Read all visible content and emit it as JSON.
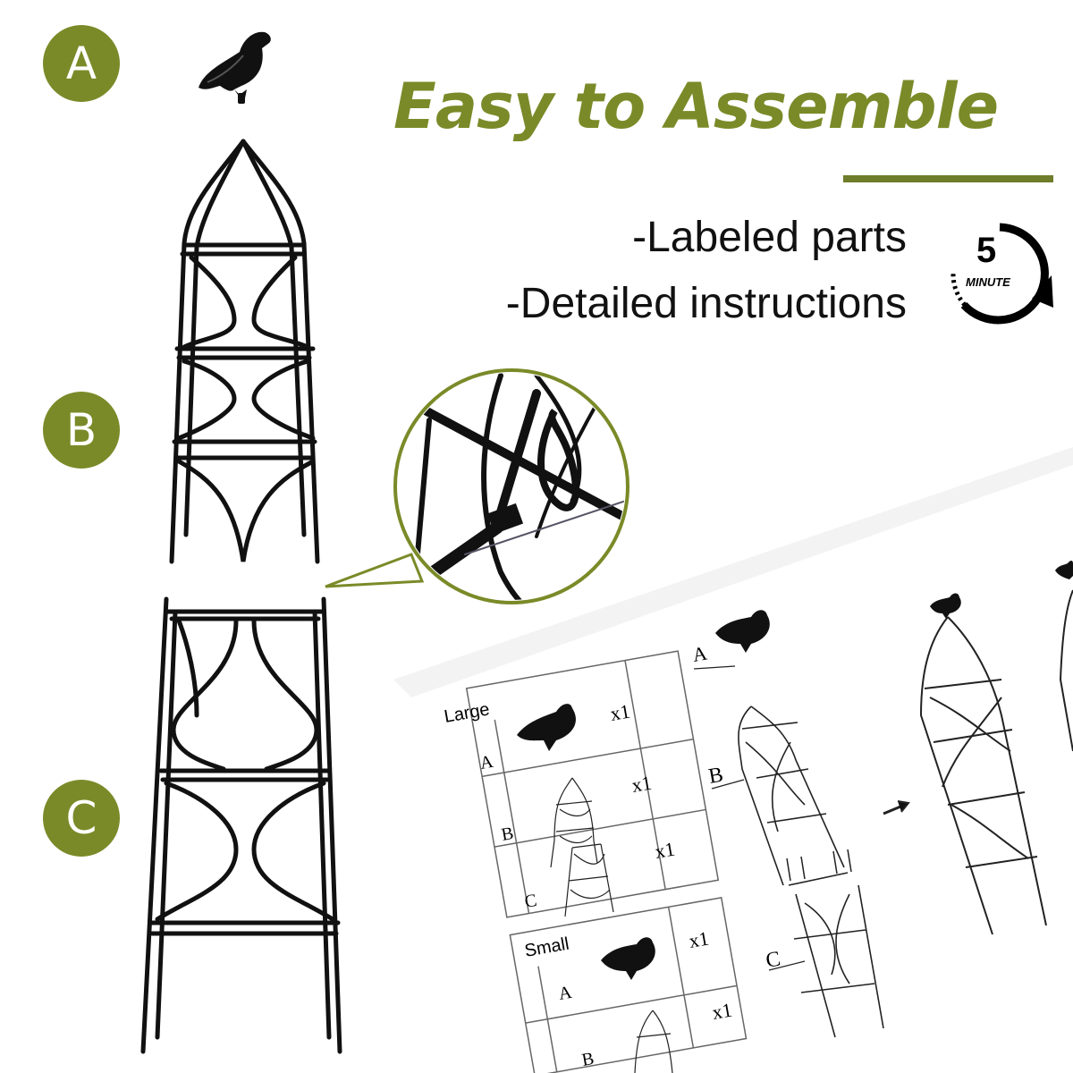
{
  "badges": {
    "a": "A",
    "b": "B",
    "c": "C"
  },
  "headline": "Easy to Assemble",
  "features": [
    "-Labeled parts",
    "-Detailed instructions"
  ],
  "timer_icon": {
    "number": "5",
    "word": "MINUTE",
    "icon": "stopwatch-icon"
  },
  "sheet": {
    "large_heading": "Large",
    "small_heading": "Small",
    "large_rows": [
      {
        "letter": "A",
        "qty": "x1"
      },
      {
        "letter": "B",
        "qty": "x1"
      },
      {
        "letter": "C",
        "qty": "x1"
      }
    ],
    "small_rows": [
      {
        "letter": "A",
        "qty": "x1"
      },
      {
        "letter": "B",
        "qty": "x1"
      }
    ],
    "diagram_labels": {
      "a": "A",
      "b": "B",
      "c": "C"
    }
  },
  "colors": {
    "accent": "#7b8a28",
    "rule": "#6f7c2a",
    "metal": "#111111"
  }
}
